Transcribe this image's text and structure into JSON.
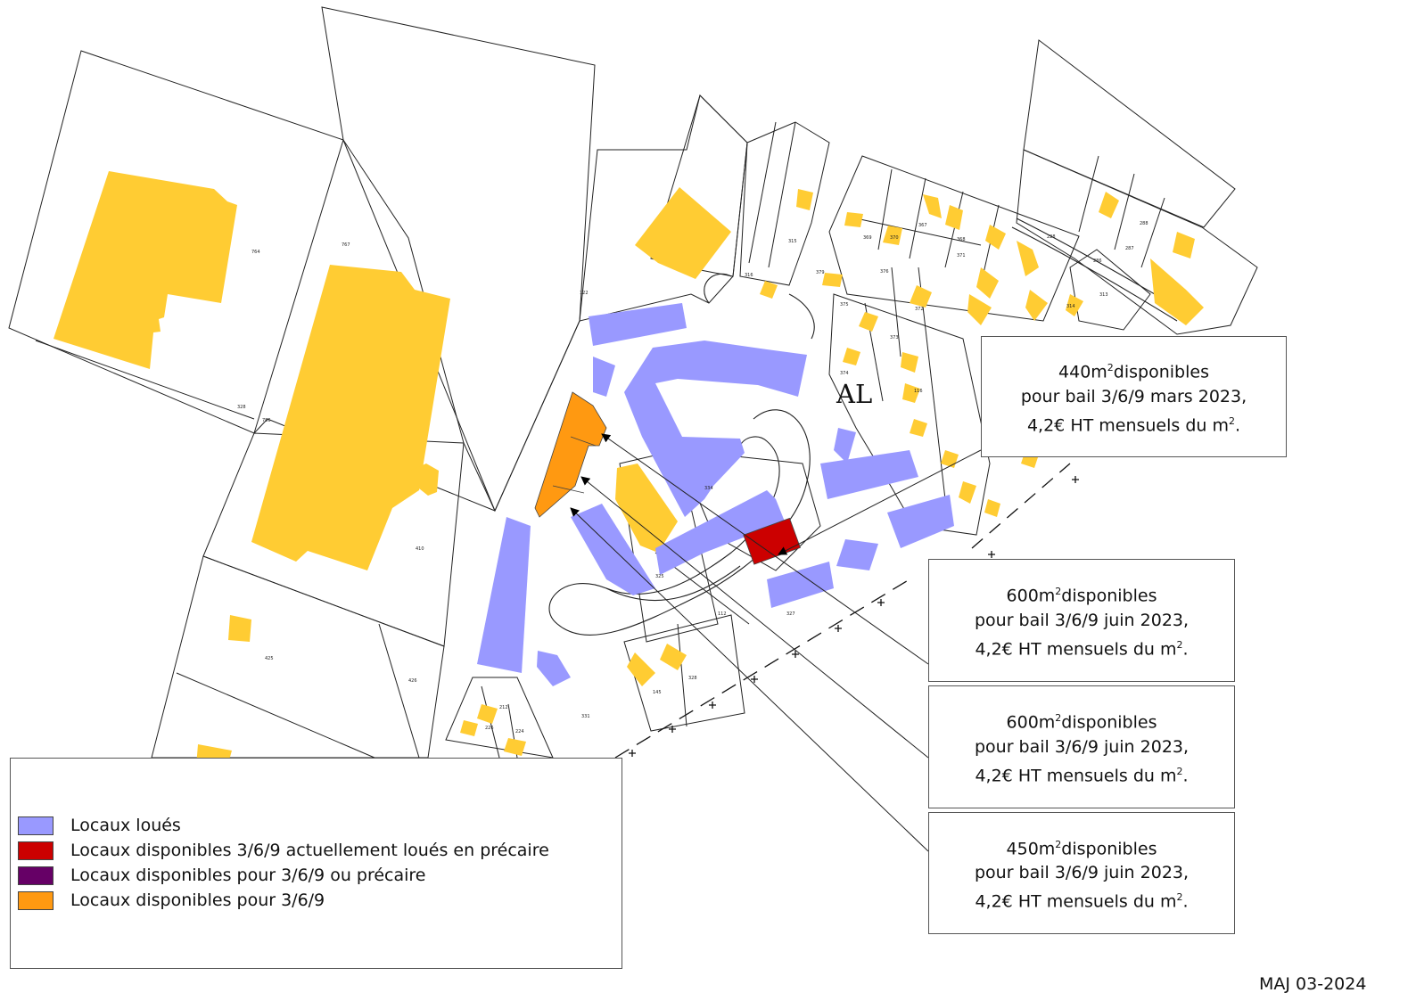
{
  "section_label": "AL",
  "parcel_numbers": [
    "764",
    "767",
    "328",
    "786",
    "410",
    "425",
    "426",
    "122",
    "315",
    "316",
    "369",
    "367",
    "368",
    "370",
    "371",
    "376",
    "372",
    "375",
    "373",
    "374",
    "379",
    "334",
    "325",
    "112",
    "327",
    "145",
    "328",
    "212",
    "226",
    "224",
    "331",
    "228",
    "314",
    "313",
    "286",
    "287",
    "288",
    "116"
  ],
  "callouts": [
    {
      "area": "440m",
      "unit_sup": "2",
      "suffix": "disponibles",
      "line2": "pour bail 3/6/9 mars 2023,",
      "line3": "4,2€ HT mensuels du m",
      "line3_sup": "2",
      "line3_end": "."
    },
    {
      "area": "600m",
      "unit_sup": "2",
      "suffix": "disponibles",
      "line2": "pour bail 3/6/9 juin 2023,",
      "line3": "4,2€ HT mensuels du m",
      "line3_sup": "2",
      "line3_end": "."
    },
    {
      "area": "600m",
      "unit_sup": "2",
      "suffix": "disponibles",
      "line2": "pour bail 3/6/9 juin 2023,",
      "line3": "4,2€ HT mensuels du m",
      "line3_sup": "2",
      "line3_end": "."
    },
    {
      "area": "450m",
      "unit_sup": "2",
      "suffix": "disponibles",
      "line2": "pour bail 3/6/9 juin 2023,",
      "line3": "4,2€ HT mensuels du m",
      "line3_sup": "2",
      "line3_end": "."
    }
  ],
  "legend": {
    "items": [
      {
        "label": "Locaux loués",
        "color": "#9999ff"
      },
      {
        "label": "Locaux disponibles 3/6/9 actuellement loués en précaire",
        "color": "#cc0000"
      },
      {
        "label": "Locaux disponibles pour 3/6/9 ou précaire",
        "color": "#660066"
      },
      {
        "label": "Locaux disponibles pour 3/6/9",
        "color": "#ff9911"
      }
    ]
  },
  "update_label": "MAJ 03-2024",
  "colors": {
    "building": "#ffcc33",
    "rented": "#9999ff",
    "precarious": "#cc0000",
    "available_orange": "#ff9911"
  }
}
